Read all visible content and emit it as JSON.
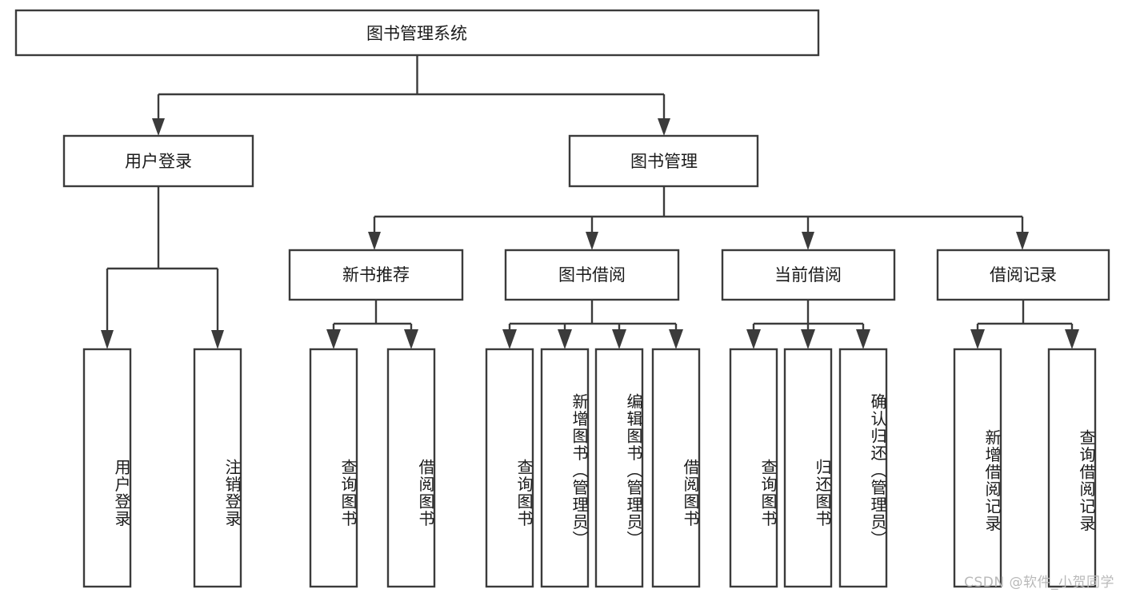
{
  "diagram": {
    "title": "图书管理系统",
    "type": "tree",
    "orientation": "top-down",
    "root": {
      "label": "图书管理系统",
      "level": 1
    },
    "level2": [
      {
        "label": "用户登录"
      },
      {
        "label": "图书管理"
      }
    ],
    "level3": [
      {
        "label": "新书推荐",
        "parent": "图书管理"
      },
      {
        "label": "图书借阅",
        "parent": "图书管理"
      },
      {
        "label": "当前借阅",
        "parent": "图书管理"
      },
      {
        "label": "借阅记录",
        "parent": "图书管理"
      }
    ],
    "leaves": {
      "用户登录": [
        "用户登录",
        "注销登录"
      ],
      "新书推荐": [
        "查询图书",
        "借阅图书"
      ],
      "图书借阅": [
        "查询图书",
        "新增图书（管理员）",
        "编辑图书（管理员）",
        "借阅图书"
      ],
      "当前借阅": [
        "查询图书",
        "归还图书",
        "确认归还（管理员）"
      ],
      "借阅记录": [
        "新增借阅记录",
        "查询借阅记录"
      ]
    }
  },
  "nodes": {
    "root": "图书管理系统",
    "n_user_login": "用户登录",
    "n_book_mgmt": "图书管理",
    "n_new_book_rec": "新书推荐",
    "n_book_borrow": "图书借阅",
    "n_current_borrow": "当前借阅",
    "n_borrow_record": "借阅记录",
    "leaf_user_login": "用户登录",
    "leaf_logout": "注销登录",
    "leaf_query_book_1": "查询图书",
    "leaf_borrow_book_1": "借阅图书",
    "leaf_query_book_2": "查询图书",
    "leaf_add_book": "新增图书（管理员）",
    "leaf_edit_book": "编辑图书（管理员）",
    "leaf_borrow_book_2": "借阅图书",
    "leaf_query_book_3": "查询图书",
    "leaf_return_book": "归还图书",
    "leaf_confirm_return": "确认归还（管理员）",
    "leaf_add_record": "新增借阅记录",
    "leaf_query_record": "查询借阅记录"
  },
  "watermark": {
    "text": "CSDN @软件_小贺同学"
  },
  "colors": {
    "stroke": "#3b3b3b",
    "fill": "#ffffff",
    "text": "#1a1a1a",
    "watermark": "#b9b9b9",
    "background": "#ffffff"
  }
}
